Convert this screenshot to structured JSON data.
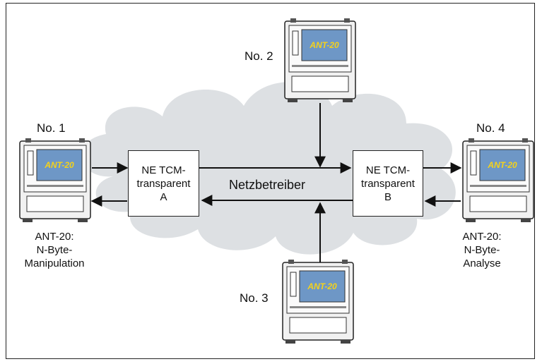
{
  "devices": {
    "no1": {
      "label": "No. 1",
      "screen_text": "ANT-20"
    },
    "no2": {
      "label": "No. 2",
      "screen_text": "ANT-20"
    },
    "no3": {
      "label": "No. 3",
      "screen_text": "ANT-20"
    },
    "no4": {
      "label": "No. 4",
      "screen_text": "ANT-20"
    }
  },
  "ne_a": {
    "line1": "NE TCM-",
    "line2": "transparent",
    "line3": "A"
  },
  "ne_b": {
    "line1": "NE TCM-",
    "line2": "transparent",
    "line3": "B"
  },
  "network_label": "Netzbetreiber",
  "captions": {
    "left": {
      "line1": "ANT-20:",
      "line2": "N-Byte-",
      "line3": "Manipulation"
    },
    "right": {
      "line1": "ANT-20:",
      "line2": "N-Byte-",
      "line3": "Analyse"
    }
  },
  "colors": {
    "cloud": "#dde0e3",
    "screen": "#6e97c6",
    "screen_text": "#f5d21a",
    "device_body": "#f1f1f1",
    "line": "#111111"
  }
}
